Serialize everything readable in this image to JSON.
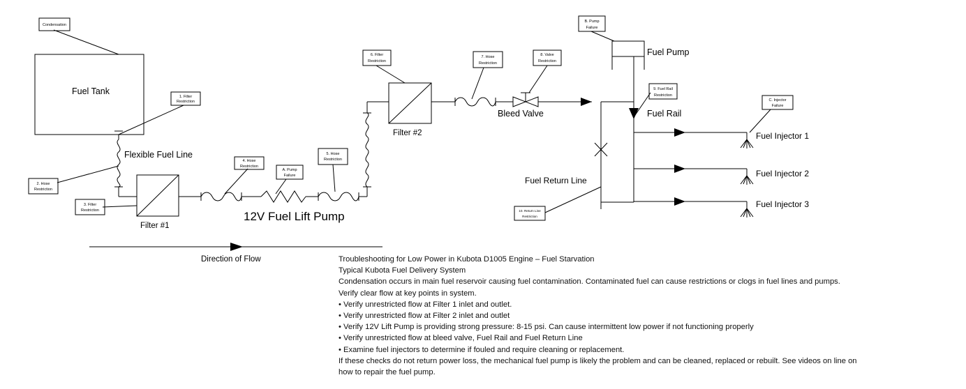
{
  "diagram": {
    "labels": {
      "fuel_tank": "Fuel Tank",
      "flexible_fuel_line": "Flexible Fuel Line",
      "filter1": "Filter #1",
      "lift_pump": "12V Fuel Lift Pump",
      "filter2": "Filter #2",
      "bleed_valve": "Bleed Valve",
      "fuel_pump": "Fuel Pump",
      "fuel_rail": "Fuel Rail",
      "fuel_return_line": "Fuel Return Line",
      "injector1": "Fuel Injector 1",
      "injector2": "Fuel Injector 2",
      "injector3": "Fuel Injector 3",
      "direction_of_flow": "Direction of Flow"
    },
    "callouts": {
      "condensation": [
        "Condensation"
      ],
      "filter_restriction_1": [
        "1. Filter",
        "Restriction"
      ],
      "hose_restriction_2": [
        "2. Hose",
        "Restriction"
      ],
      "filter_restriction_3": [
        "3. Filter",
        "Restriction"
      ],
      "hose_restriction_4": [
        "4. Hose",
        "Restriction"
      ],
      "pump_failure_a": [
        "A. Pump",
        "Failure"
      ],
      "hose_restriction_5": [
        "5. Hose",
        "Restriction"
      ],
      "filter_restriction_6": [
        "6. Filter",
        "Restriction"
      ],
      "hose_restriction_7": [
        "7. Hose",
        "Restriction"
      ],
      "valve_restriction_8": [
        "8. Valve",
        "Restriction"
      ],
      "pump_failure_b": [
        "B. Pump",
        "Failure"
      ],
      "fuel_rail_restriction_9": [
        "9. Fuel Rail",
        "Restriction"
      ],
      "injector_failure_c": [
        "C. Injector",
        "Failure"
      ],
      "return_line_restriction_10": [
        "10. Return Line",
        "Restriction"
      ]
    }
  },
  "notes": {
    "title": "Troubleshooting for Low Power in Kubota D1005 Engine – Fuel Starvation",
    "subtitle": "Typical Kubota Fuel Delivery System",
    "intro": "Condensation occurs in main fuel reservoir causing fuel contamination.  Contaminated fuel can cause restrictions or clogs in fuel lines and pumps.",
    "verify": "Verify clear flow at key points in system.",
    "bullets": [
      "Verify unrestricted flow at Filter 1 inlet and outlet.",
      "Verify unrestricted flow at Filter 2 inlet and outlet",
      "Verify 12V Lift Pump is providing strong pressure: 8-15 psi.  Can cause intermittent low power if not functioning properly",
      "Verify unrestricted flow at bleed valve, Fuel Rail and Fuel Return Line",
      "Examine fuel injectors to determine if fouled and require cleaning or replacement."
    ],
    "conclusion_1": "If these checks do not return power loss, the mechanical fuel pump is likely the problem and can be cleaned, replaced or rebuilt.  See videos on line on",
    "conclusion_2": "how to repair the fuel pump."
  }
}
